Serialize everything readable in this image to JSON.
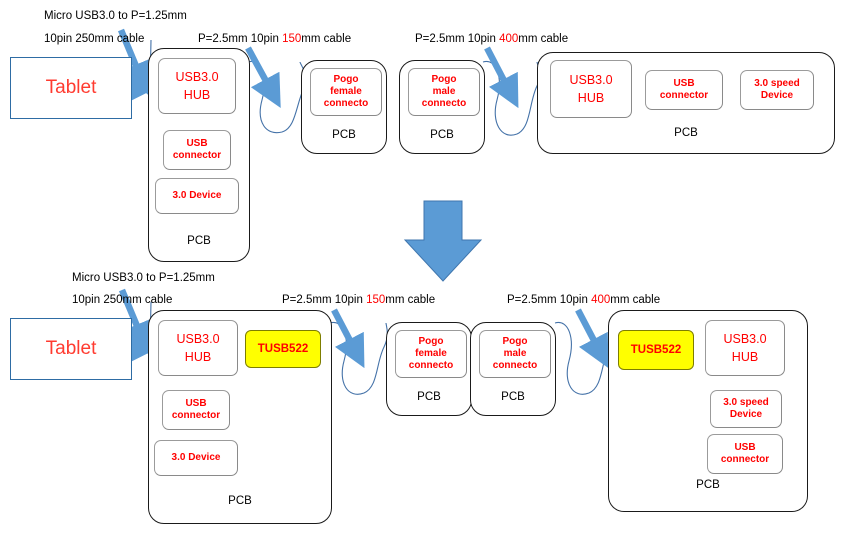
{
  "meta": {
    "title": "USB3.0 HUB cable topology — before / after TUSB522 redriver",
    "colors": {
      "red_text": "#FF0000",
      "tablet_border": "#2E6CA4",
      "arrow_blue": "#5B9BD5",
      "big_arrow_blue": "#5B9BD5",
      "cable_blue": "#4472A8",
      "highlight_yellow": "#FFFF00",
      "pcb_border": "#1a1a1a"
    }
  },
  "labels": {
    "tablet": "Tablet",
    "pcb": "PCB",
    "usb3_hub": "USB3.0\nHUB",
    "usb3_hub_line1": "USB3.0",
    "usb3_hub_line2": "HUB",
    "usb_connector_line1": "USB",
    "usb_connector_line2": "connector",
    "device_30": "3.0 Device",
    "speed_device_line1": "3.0 speed",
    "speed_device_line2": "Device",
    "pogo_female_line1": "Pogo",
    "pogo_female_line2": "female",
    "pogo_female_line3": "connecto",
    "pogo_male_line1": "Pogo",
    "pogo_male_line2": "male",
    "pogo_male_line3": "connecto",
    "tusb522": "TUSB522"
  },
  "captions": {
    "micro_usb_line1": "Micro USB3.0 to P=1.25mm",
    "micro_usb_line2": "10pin 250mm cable",
    "cable150_pre": "P=2.5mm 10pin ",
    "cable150_hl": "150",
    "cable150_post": "mm cable",
    "cable400_pre": "P=2.5mm 10pin ",
    "cable400_hl": "400",
    "cable400_post": "mm cable"
  },
  "diagram_top": {
    "name": "existing-topology",
    "pcb1": {
      "label": "PCB",
      "blocks": [
        "USB3.0 HUB",
        "USB connector",
        "3.0 Device"
      ]
    },
    "pcb2": {
      "label": "PCB",
      "blocks": [
        "Pogo female connecto"
      ]
    },
    "pcb3": {
      "label": "PCB",
      "blocks": [
        "Pogo male connecto"
      ]
    },
    "pcb4": {
      "label": "PCB",
      "blocks": [
        "USB3.0 HUB",
        "USB connector",
        "3.0 speed Device"
      ]
    },
    "cables": [
      "Micro USB3.0 to P=1.25mm 10pin 250mm cable",
      "P=2.5mm 10pin 150mm cable",
      "P=2.5mm 10pin 400mm cable"
    ]
  },
  "diagram_bottom": {
    "name": "proposed-topology-with-tusb522",
    "pcb1": {
      "label": "PCB",
      "blocks": [
        "USB3.0 HUB",
        "TUSB522",
        "USB connector",
        "3.0 Device"
      ]
    },
    "pcb2": {
      "label": "PCB",
      "blocks": [
        "Pogo female connecto"
      ]
    },
    "pcb3": {
      "label": "PCB",
      "blocks": [
        "Pogo male connecto"
      ]
    },
    "pcb4": {
      "label": "PCB",
      "blocks": [
        "TUSB522",
        "USB3.0 HUB",
        "3.0 speed Device",
        "USB connector"
      ]
    },
    "cables": [
      "Micro USB3.0 to P=1.25mm 10pin 250mm cable",
      "P=2.5mm 10pin 150mm cable",
      "P=2.5mm 10pin 400mm cable"
    ]
  },
  "transition": {
    "icon": "down-arrow-icon"
  }
}
